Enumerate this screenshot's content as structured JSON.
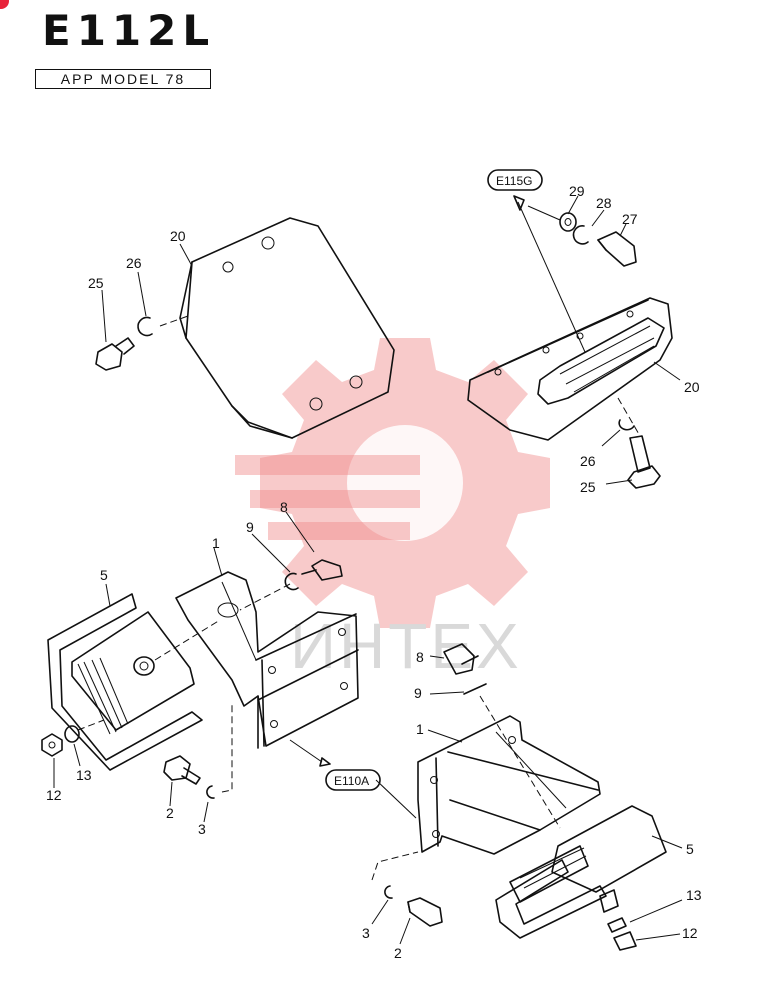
{
  "header": {
    "title": "E112L",
    "model_label": "APP MODEL 78"
  },
  "watermark": {
    "text": "ИНТЕХ",
    "color": "#f08a8a"
  },
  "references": [
    {
      "id": "ref-e115g",
      "text": "E115G"
    },
    {
      "id": "ref-e110a",
      "text": "E110A"
    }
  ],
  "callouts": [
    {
      "id": "c20a",
      "text": "20"
    },
    {
      "id": "c26a",
      "text": "26"
    },
    {
      "id": "c25a",
      "text": "25"
    },
    {
      "id": "c29",
      "text": "29"
    },
    {
      "id": "c28",
      "text": "28"
    },
    {
      "id": "c27",
      "text": "27"
    },
    {
      "id": "c20b",
      "text": "20"
    },
    {
      "id": "c26b",
      "text": "26"
    },
    {
      "id": "c25b",
      "text": "25"
    },
    {
      "id": "c8a",
      "text": "8"
    },
    {
      "id": "c9a",
      "text": "9"
    },
    {
      "id": "c1a",
      "text": "1"
    },
    {
      "id": "c5a",
      "text": "5"
    },
    {
      "id": "c12a",
      "text": "12"
    },
    {
      "id": "c13a",
      "text": "13"
    },
    {
      "id": "c2a",
      "text": "2"
    },
    {
      "id": "c3a",
      "text": "3"
    },
    {
      "id": "c8b",
      "text": "8"
    },
    {
      "id": "c9b",
      "text": "9"
    },
    {
      "id": "c1b",
      "text": "1"
    },
    {
      "id": "c5b",
      "text": "5"
    },
    {
      "id": "c13b",
      "text": "13"
    },
    {
      "id": "c12b",
      "text": "12"
    },
    {
      "id": "c3b",
      "text": "3"
    },
    {
      "id": "c2b",
      "text": "2"
    }
  ]
}
